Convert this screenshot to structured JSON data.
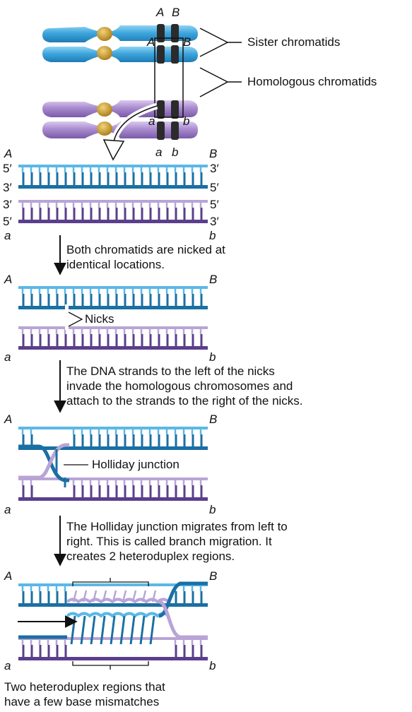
{
  "labels": {
    "sister": "Sister chromatids",
    "homologous": "Homologous chromatids",
    "nicks": "Nicks",
    "holliday": "Holliday junction",
    "locus_A": "A",
    "locus_B": "B",
    "locus_a": "a",
    "locus_b": "b",
    "five_prime": "5′",
    "three_prime": "3′"
  },
  "steps": [
    {
      "line1": "Both chromatids are nicked at",
      "line2": "identical locations."
    },
    {
      "line1": "The DNA strands to the left of the nicks",
      "line2": "invade the homologous chromosomes and",
      "line3": "attach to the strands to the right of the nicks."
    },
    {
      "line1": "The Holliday junction migrates from left to",
      "line2": "right. This is called branch migration. It",
      "line3": "creates 2 heteroduplex regions."
    }
  ],
  "caption": {
    "line1": "Two heteroduplex regions that",
    "line2": "have a few base mismatches"
  },
  "colors": {
    "blue_dark": "#1a6fa3",
    "blue_light": "#5bb8e6",
    "purple_dark": "#5a3f8c",
    "purple_light": "#b9a4d6",
    "centromere": "#d4a936",
    "band": "#2b2b2b"
  }
}
